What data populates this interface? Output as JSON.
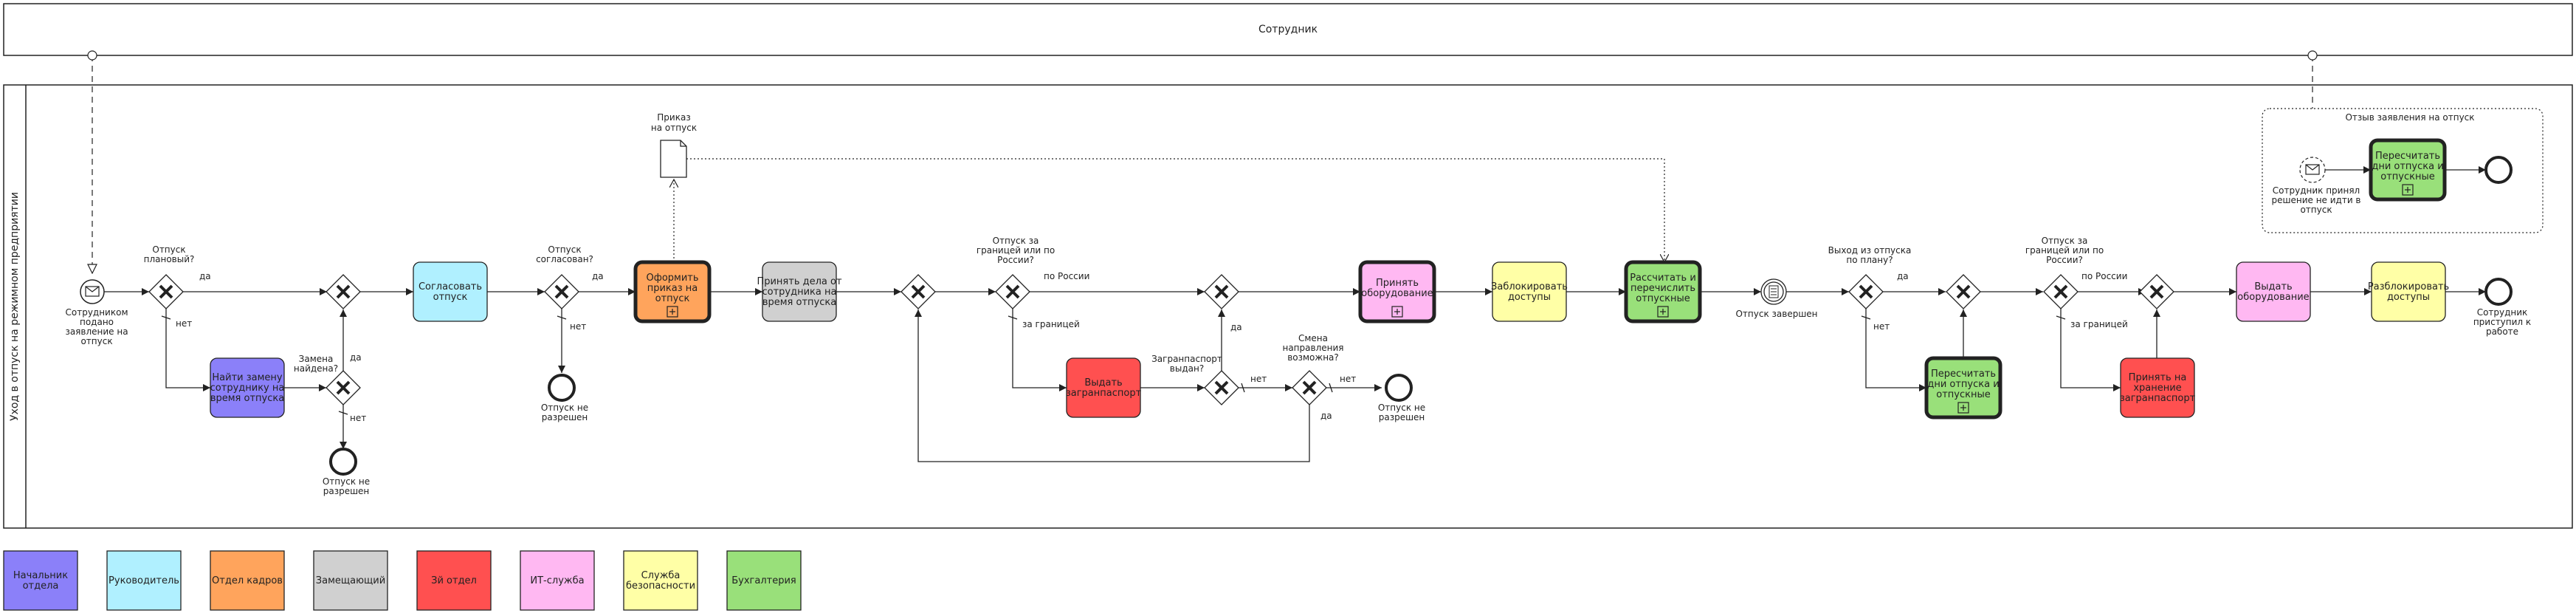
{
  "pool_top": {
    "title": "Сотрудник"
  },
  "pool_main": {
    "title": "Уход в отпуск на режимном предприятии"
  },
  "colors": {
    "head": "#8B80F9",
    "manager": "#B0F0FF",
    "hr": "#FFA45C",
    "deputy": "#D0D0D0",
    "regime": "#FF5050",
    "it": "#FFB8F2",
    "security": "#FFFFA6",
    "accounting": "#99E07A"
  },
  "events": {
    "start_main": "Сотрудником подано заявление на отпуск",
    "end_not_allowed_1": "Отпуск не разрешен",
    "end_not_allowed_2": "Отпуск не разрешен",
    "end_not_allowed_3": "Отпуск не разрешен",
    "vacation_done": "Отпуск завершен",
    "end_back": "Сотрудник приступил к работе",
    "start_recall": "Сотрудник принял решение не идти в отпуск"
  },
  "gateways": {
    "planned": "Отпуск плановый?",
    "replace_found": "Замена найдена?",
    "approved": "Отпуск согласован?",
    "abroad": "Отпуск за границей или по России?",
    "passport_issued": "Загранпаспорт выдан?",
    "change_dest": "Смена направления возможна?",
    "exit_planned": "Выход из отпуска по плану?",
    "abroad2": "Отпуск за границей или по России?"
  },
  "flows": {
    "yes": "да",
    "no": "нет",
    "russia": "по России",
    "abroad": "за границей"
  },
  "tasks": {
    "find_replacement": "Найти замену сотруднику на время отпуска",
    "agree_vacation": "Согласовать отпуск",
    "issue_order": "Оформить приказ на отпуск",
    "accept_duties": "Принять дела от сотрудника на время отпуска",
    "issue_passport": "Выдать загранпаспорт",
    "accept_equipment": "Принять оборудование",
    "block_access": "Заблокировать доступы",
    "calc_pay": "Рассчитать и перечислить отпускные",
    "recalc_days": "Пересчитать дни отпуска и отпускные",
    "accept_passport_storage": "Принять на хранение загранпаспорт",
    "give_equipment": "Выдать оборудование",
    "unblock_access": "Разблокировать доступы",
    "recalc_recall": "Пересчитать дни отпуска и отпускные"
  },
  "data_object": {
    "label": "Приказ на отпуск"
  },
  "subprocess": {
    "title": "Отзыв заявления на отпуск"
  },
  "legend": [
    {
      "label": "Начальник отдела",
      "color": "#8B80F9"
    },
    {
      "label": "Руководитель",
      "color": "#B0F0FF"
    },
    {
      "label": "Отдел кадров",
      "color": "#FFA45C"
    },
    {
      "label": "Замещающий",
      "color": "#D0D0D0"
    },
    {
      "label": "Зй отдел",
      "color": "#FF5050"
    },
    {
      "label": "ИТ-служба",
      "color": "#FFB8F2"
    },
    {
      "label": "Служба безопасности",
      "color": "#FFFFA6"
    },
    {
      "label": "Бухгалтерия",
      "color": "#99E07A"
    }
  ]
}
